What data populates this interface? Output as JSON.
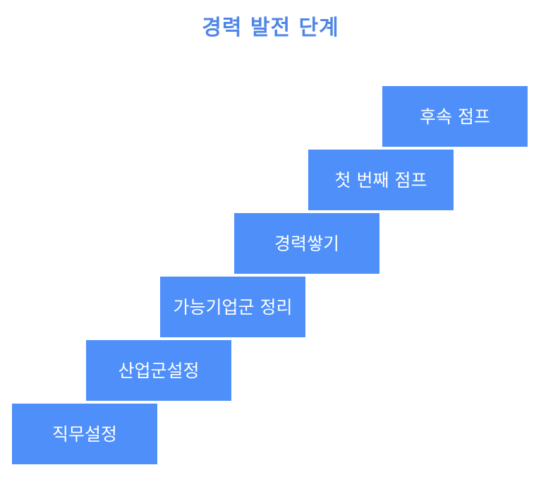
{
  "title": "경력 발전 단계",
  "colors": {
    "title": "#4f86e6",
    "step_fill": "#4e8ffa",
    "step_text": "#ffffff"
  },
  "steps": [
    {
      "label": "직무설정"
    },
    {
      "label": "산업군설정"
    },
    {
      "label": "가능기업군 정리"
    },
    {
      "label": "경력쌓기"
    },
    {
      "label": "첫 번째 점프"
    },
    {
      "label": "후속 점프"
    }
  ]
}
